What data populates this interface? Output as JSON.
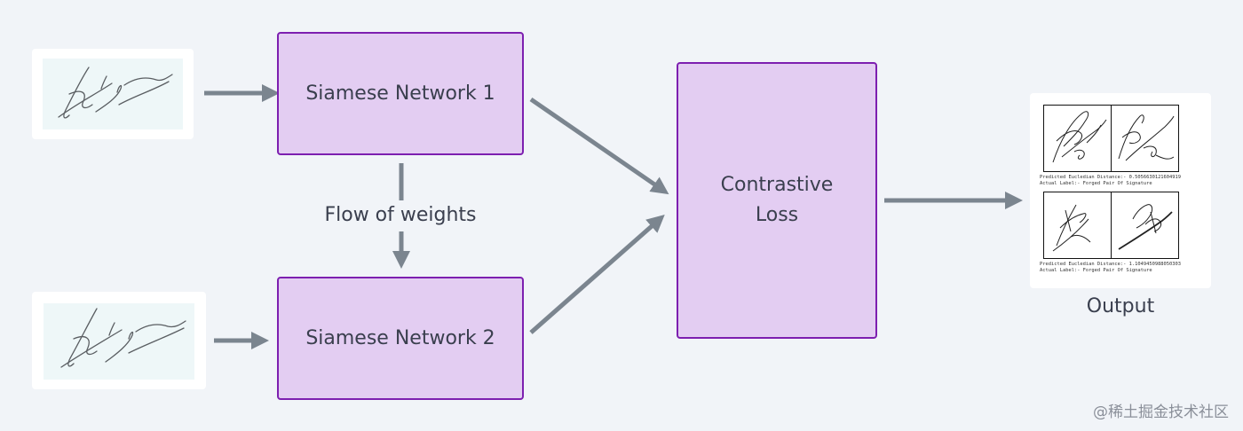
{
  "nodes": {
    "siamese_1": "Siamese Network 1",
    "siamese_2": "Siamese Network 2",
    "contrastive_loss_line1": "Contrastive",
    "contrastive_loss_line2": "Loss"
  },
  "edge_label": "Flow of weights",
  "output": {
    "label": "Output",
    "pairs": [
      {
        "distance_text": "Predicted Eucledian Distance:- 0.5056630121604919",
        "label_text": "Actual Label:- Forged Pair Of Signature"
      },
      {
        "distance_text": "Predicted Eucledian Distance:- 1.1049450988050303",
        "label_text": "Actual Label:- Forged Pair Of Signature"
      }
    ]
  },
  "watermark": "@稀土掘金技术社区",
  "colors": {
    "background": "#f1f4f8",
    "box_fill": "#e3cdf2",
    "box_border": "#7d1fb0",
    "arrow": "#7b858f"
  }
}
